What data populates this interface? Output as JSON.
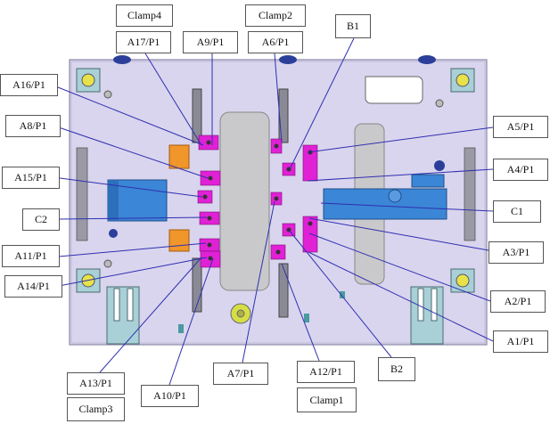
{
  "labels": {
    "clamp4": "Clamp4",
    "clamp2": "Clamp2",
    "clamp3": "Clamp3",
    "clamp1": "Clamp1",
    "b1": "B1",
    "b2": "B2",
    "c1": "C1",
    "c2": "C2",
    "a1": "A1/P1",
    "a2": "A2/P1",
    "a3": "A3/P1",
    "a4": "A4/P1",
    "a5": "A5/P1",
    "a6": "A6/P1",
    "a7": "A7/P1",
    "a8": "A8/P1",
    "a9": "A9/P1",
    "a10": "A10/P1",
    "a11": "A11/P1",
    "a12": "A12/P1",
    "a13": "A13/P1",
    "a14": "A14/P1",
    "a15": "A15/P1",
    "a16": "A16/P1",
    "a17": "A17/P1"
  },
  "colors": {
    "plate": "#d9d5ee",
    "plate_border": "#8d8aa6",
    "locator": "#e021d6",
    "block_blue": "#3b86d6",
    "block_orange": "#f0962a",
    "frame_grey": "#9a9aa6",
    "leader": "#2f2fb0",
    "slot": "#c9c9cc"
  }
}
